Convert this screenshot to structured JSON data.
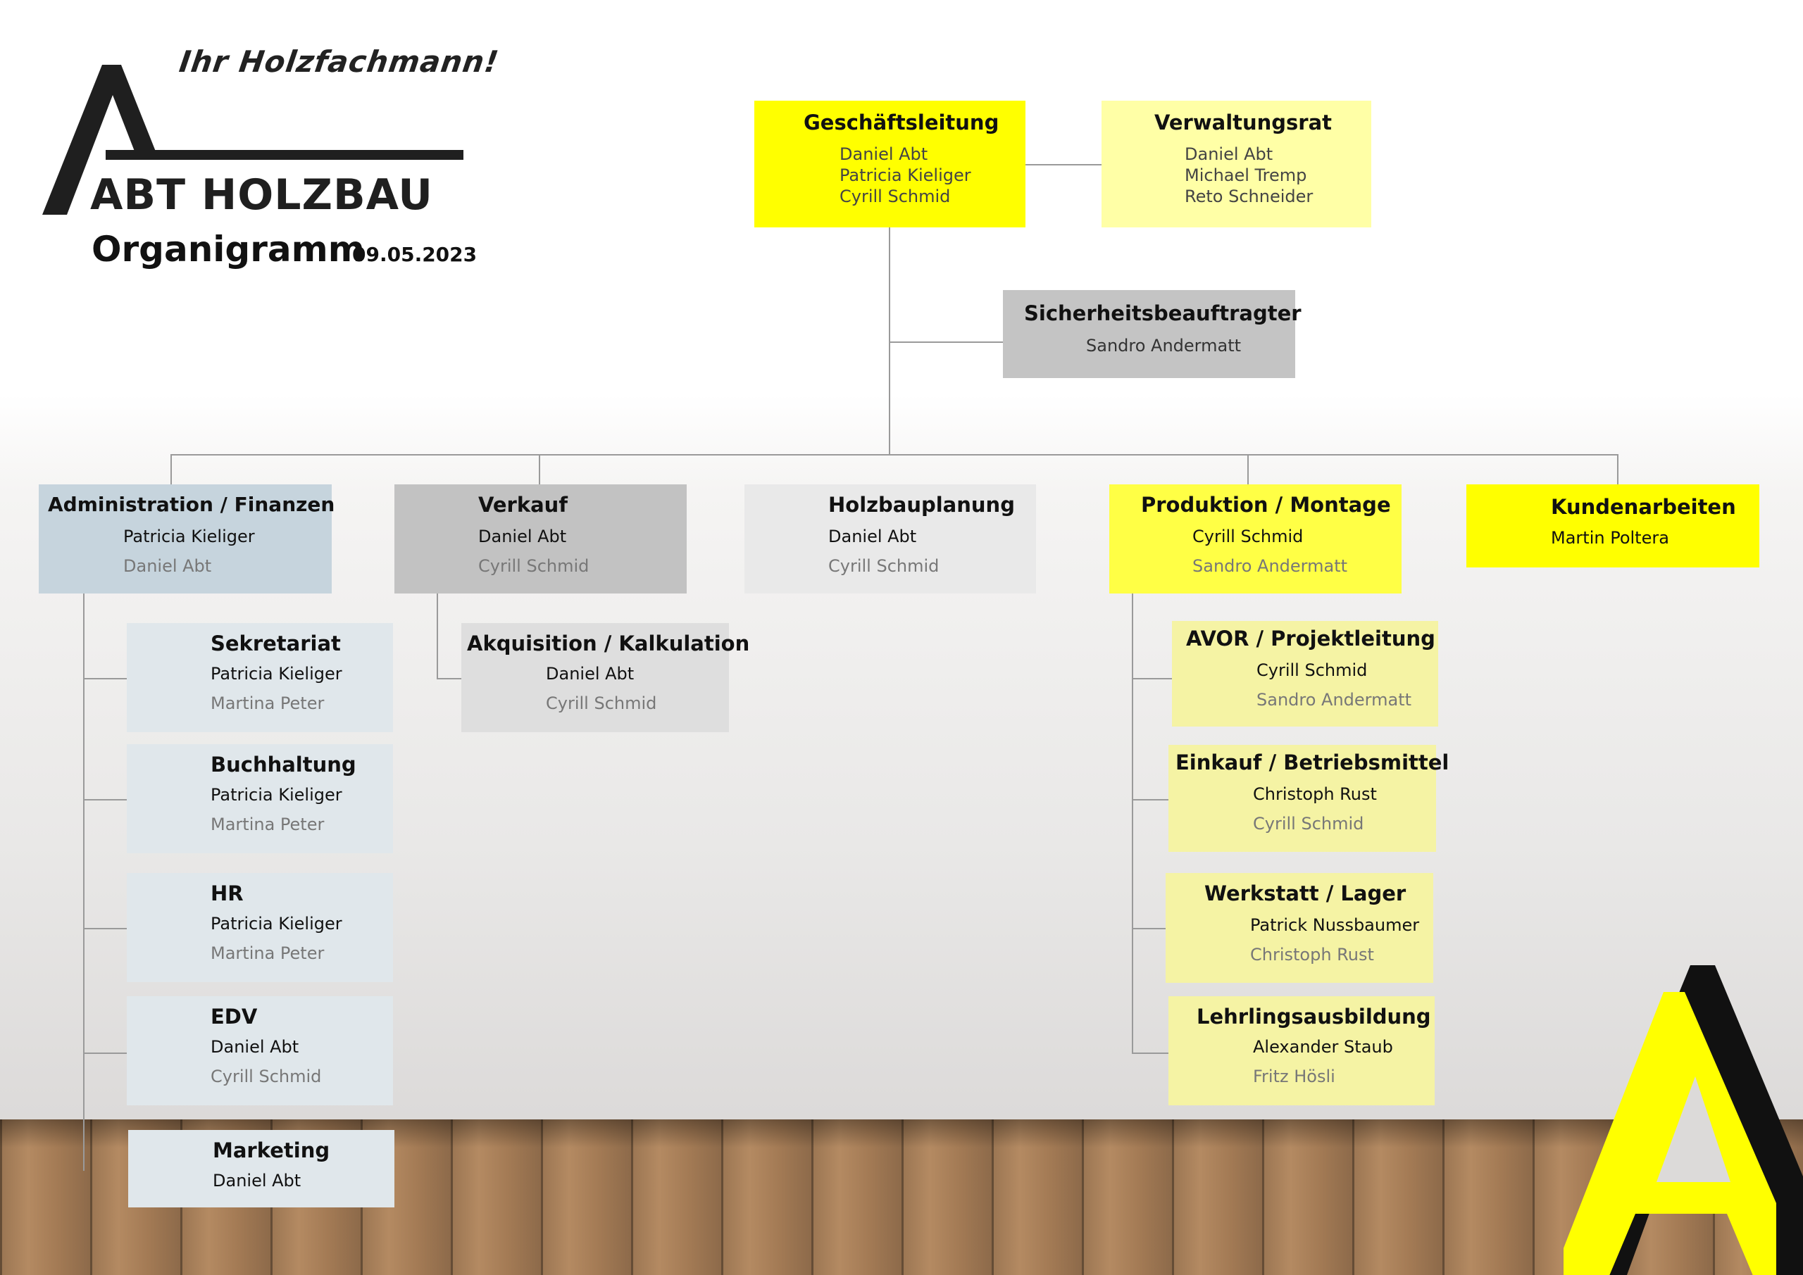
{
  "header": {
    "slogan": "Ihr Holzfachmann!",
    "brand": "ABT HOLZBAU",
    "title": "Organigramm",
    "date": "09.05.2023"
  },
  "colors": {
    "yellow": "#ffff00",
    "pale_yellow": "#ffffa6",
    "gray": "#c4c4c4",
    "light_gray": "#e9e9e9",
    "blue_gray": "#c6d4dd",
    "pale_blue": "#e0e7eb",
    "production_sub": "#f5f3a4"
  },
  "boxes": {
    "geschaeftsleitung": {
      "title": "Geschäftsleitung",
      "names": [
        "Daniel Abt",
        "Patricia Kieliger",
        "Cyrill Schmid"
      ]
    },
    "verwaltungsrat": {
      "title": "Verwaltungsrat",
      "names": [
        "Daniel Abt",
        "Michael Tremp",
        "Reto Schneider"
      ]
    },
    "sicherheit": {
      "title": "Sicherheitsbeauftragter",
      "names": [
        "Sandro Andermatt"
      ]
    },
    "administration": {
      "title": "Administration / Finanzen",
      "names": [
        "Patricia Kieliger",
        "Daniel Abt"
      ]
    },
    "verkauf": {
      "title": "Verkauf",
      "names": [
        "Daniel Abt",
        "Cyrill Schmid"
      ]
    },
    "holzbauplanung": {
      "title": "Holzbauplanung",
      "names": [
        "Daniel Abt",
        "Cyrill Schmid"
      ]
    },
    "produktion": {
      "title": "Produktion / Montage",
      "names": [
        "Cyrill Schmid",
        "Sandro Andermatt"
      ]
    },
    "kundenarbeiten": {
      "title": "Kundenarbeiten",
      "names": [
        "Martin Poltera"
      ]
    },
    "sekretariat": {
      "title": "Sekretariat",
      "names": [
        "Patricia Kieliger",
        "Martina Peter"
      ]
    },
    "buchhaltung": {
      "title": "Buchhaltung",
      "names": [
        "Patricia Kieliger",
        "Martina Peter"
      ]
    },
    "hr": {
      "title": "HR",
      "names": [
        "Patricia Kieliger",
        "Martina Peter"
      ]
    },
    "edv": {
      "title": "EDV",
      "names": [
        "Daniel Abt",
        "Cyrill Schmid"
      ]
    },
    "marketing": {
      "title": "Marketing",
      "names": [
        "Daniel Abt"
      ]
    },
    "akquisition": {
      "title": "Akquisition / Kalkulation",
      "names": [
        "Daniel Abt",
        "Cyrill Schmid"
      ]
    },
    "avor": {
      "title": "AVOR / Projektleitung",
      "names": [
        "Cyrill Schmid",
        "Sandro Andermatt"
      ]
    },
    "einkauf": {
      "title": "Einkauf / Betriebsmittel",
      "names": [
        "Christoph Rust",
        "Cyrill Schmid"
      ]
    },
    "werkstatt": {
      "title": "Werkstatt / Lager",
      "names": [
        "Patrick Nussbaumer",
        "Christoph Rust"
      ]
    },
    "lehrlinge": {
      "title": "Lehrlingsausbildung",
      "names": [
        "Alexander Staub",
        "Fritz Hösli"
      ]
    }
  }
}
